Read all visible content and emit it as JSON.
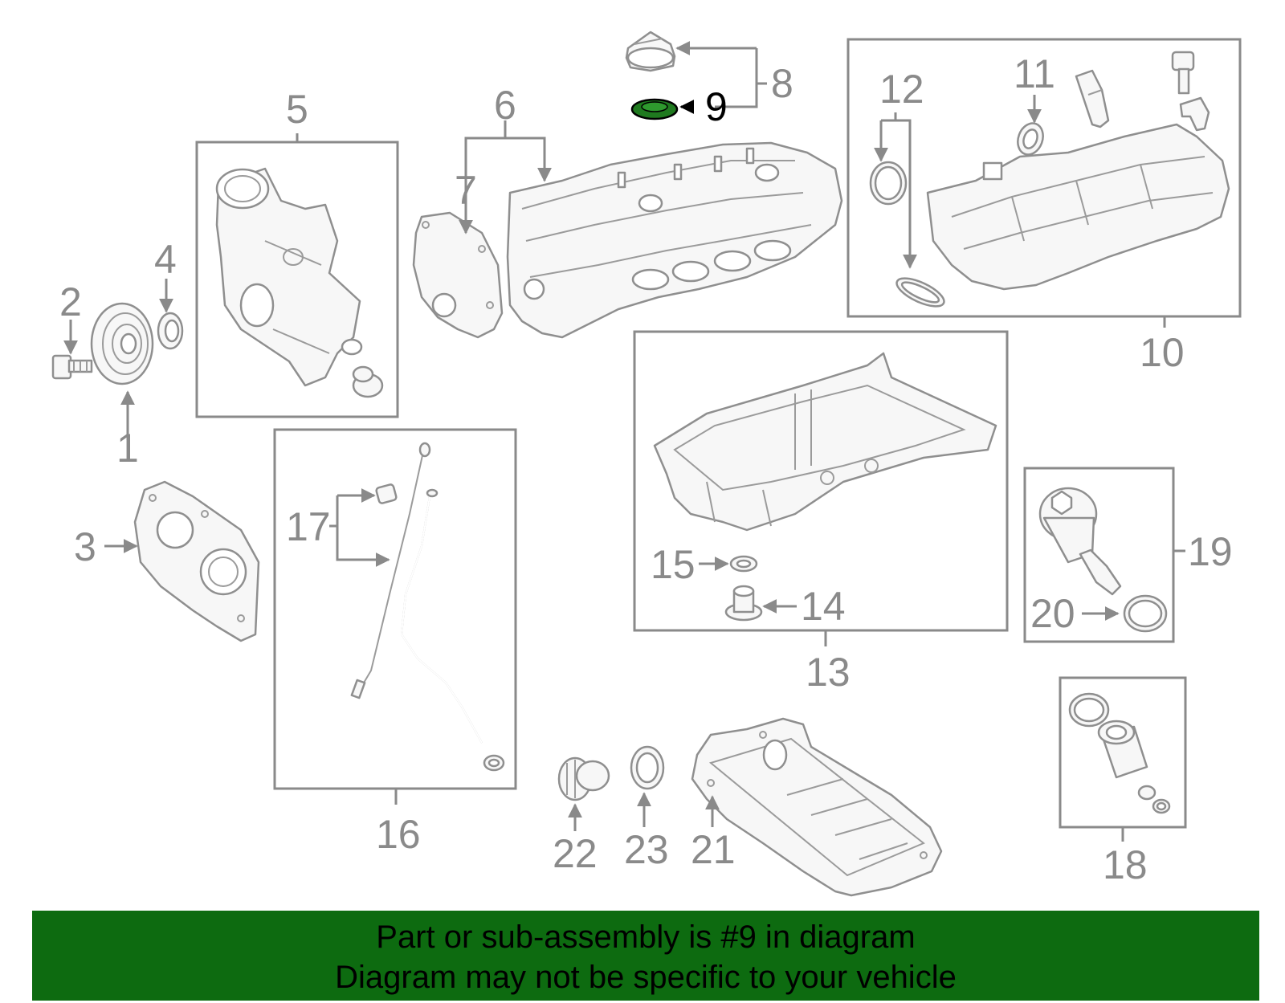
{
  "highlight_color": "#1f7a1f",
  "banner_color": "#0d6b10",
  "labels": {
    "l1": "1",
    "l2": "2",
    "l3": "3",
    "l4": "4",
    "l5": "5",
    "l6": "6",
    "l7": "7",
    "l8": "8",
    "l9": "9",
    "l10": "10",
    "l11": "11",
    "l12": "12",
    "l13": "13",
    "l14": "14",
    "l15": "15",
    "l16": "16",
    "l17": "17",
    "l18": "18",
    "l19": "19",
    "l20": "20",
    "l21": "21",
    "l22": "22",
    "l23": "23"
  },
  "banner": {
    "line1": "Part or sub-assembly is #9 in diagram",
    "line2": "Diagram may not be specific to your vehicle"
  }
}
